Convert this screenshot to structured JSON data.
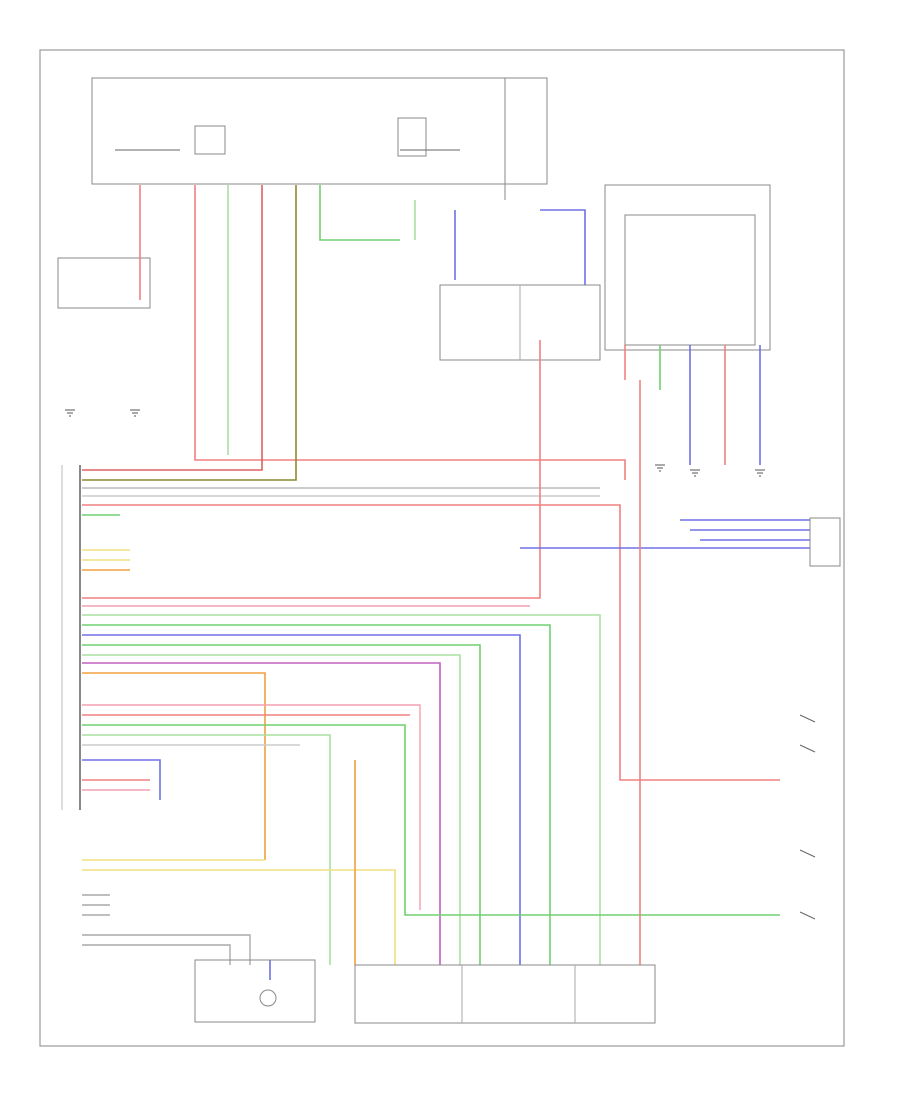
{
  "diagram": {
    "footer_code": "",
    "components": [
      {
        "id": "body_ecu",
        "label": ""
      },
      {
        "id": "combination_meter",
        "label": ""
      },
      {
        "id": "combination_switch",
        "label": ""
      },
      {
        "id": "dimmer_switch",
        "label": ""
      },
      {
        "id": "light_control_switch",
        "label": ""
      },
      {
        "id": "fog_light_switch",
        "label": ""
      }
    ],
    "colors": {
      "red": "#f08080",
      "pink": "#f4a0b0",
      "green": "#70d070",
      "light_green": "#a8e0a0",
      "blue": "#7070e8",
      "purple": "#c060c0",
      "orange": "#f0a040",
      "yellow": "#f0e080",
      "dark_olive": "#8a8a30",
      "wire_gray": "#888888"
    }
  }
}
